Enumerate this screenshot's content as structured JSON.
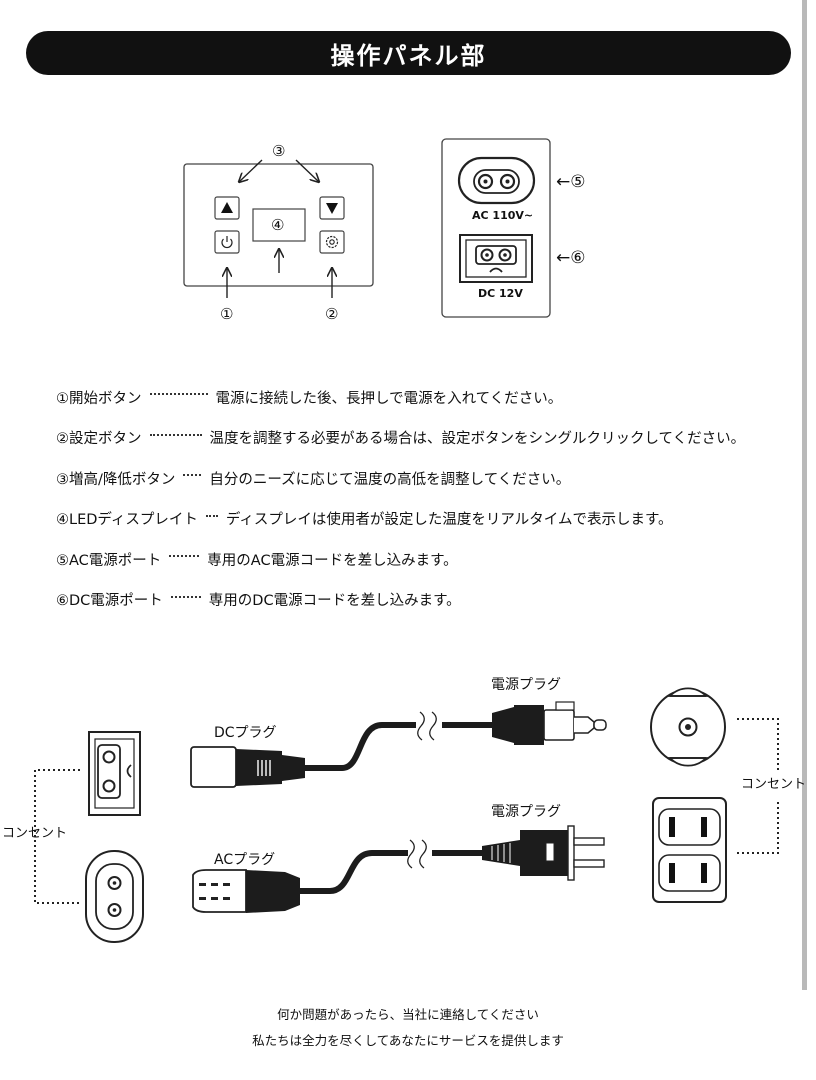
{
  "title": "操作パネル部",
  "panel": {
    "marker_1": "①",
    "marker_2": "②",
    "marker_3": "③",
    "marker_4": "④",
    "marker_5": "⑤",
    "marker_6": "⑥",
    "arrow_5": "←⑤",
    "arrow_6": "←⑥",
    "ac_port_label": "AC 110V~",
    "dc_port_label": "DC 12V"
  },
  "descriptions": [
    {
      "term": "①開始ボタン",
      "text": "電源に接続した後、長押しで電源を入れてください。"
    },
    {
      "term": "②設定ボタン",
      "text": "温度を調整する必要がある場合は、設定ボタンをシングルクリックしてください。"
    },
    {
      "term": "③増高/降低ボタン",
      "text": "自分のニーズに応じて温度の高低を調整してください。"
    },
    {
      "term": "④LEDディスプレイト",
      "text": "ディスプレイは使用者が設定した温度をリアルタイムで表示します。"
    },
    {
      "term": "⑤AC電源ポート",
      "text": "専用のAC電源コードを差し込みます。"
    },
    {
      "term": "⑥DC電源ポート",
      "text": "専用のDC電源コードを差し込みます。"
    }
  ],
  "cables": {
    "dc_plug_label": "DCプラグ",
    "ac_plug_label": "ACプラグ",
    "power_plug_label_top": "電源プラグ",
    "power_plug_label_bottom": "電源プラグ",
    "outlet_label_left": "コンセント",
    "outlet_label_right": "コンセント"
  },
  "footer": {
    "line1": "何か問題があったら、当社に連絡してください",
    "line2": "私たちは全力を尽くしてあなたにサービスを提供します"
  }
}
